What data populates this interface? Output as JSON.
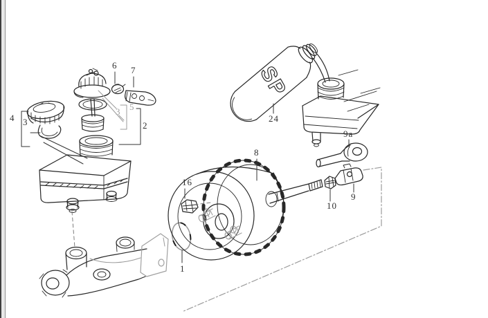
{
  "diagram": {
    "callouts": [
      {
        "id": "6",
        "text": "6"
      },
      {
        "id": "7",
        "text": "7"
      },
      {
        "id": "4",
        "text": "4"
      },
      {
        "id": "3-left",
        "text": "3"
      },
      {
        "id": "3-mid",
        "text": "3"
      },
      {
        "id": "5",
        "text": "5"
      },
      {
        "id": "2",
        "text": "2"
      },
      {
        "id": "16",
        "text": "16"
      },
      {
        "id": "1",
        "text": "1"
      },
      {
        "id": "8",
        "text": "8"
      },
      {
        "id": "24",
        "text": "24"
      },
      {
        "id": "9a",
        "text": "9a"
      },
      {
        "id": "10",
        "text": "10"
      },
      {
        "id": "9",
        "text": "9"
      }
    ],
    "bottle_label": "SP",
    "colors": {
      "ink": "#262626",
      "muted": "#a0a0a0",
      "background": "#ffffff"
    }
  }
}
